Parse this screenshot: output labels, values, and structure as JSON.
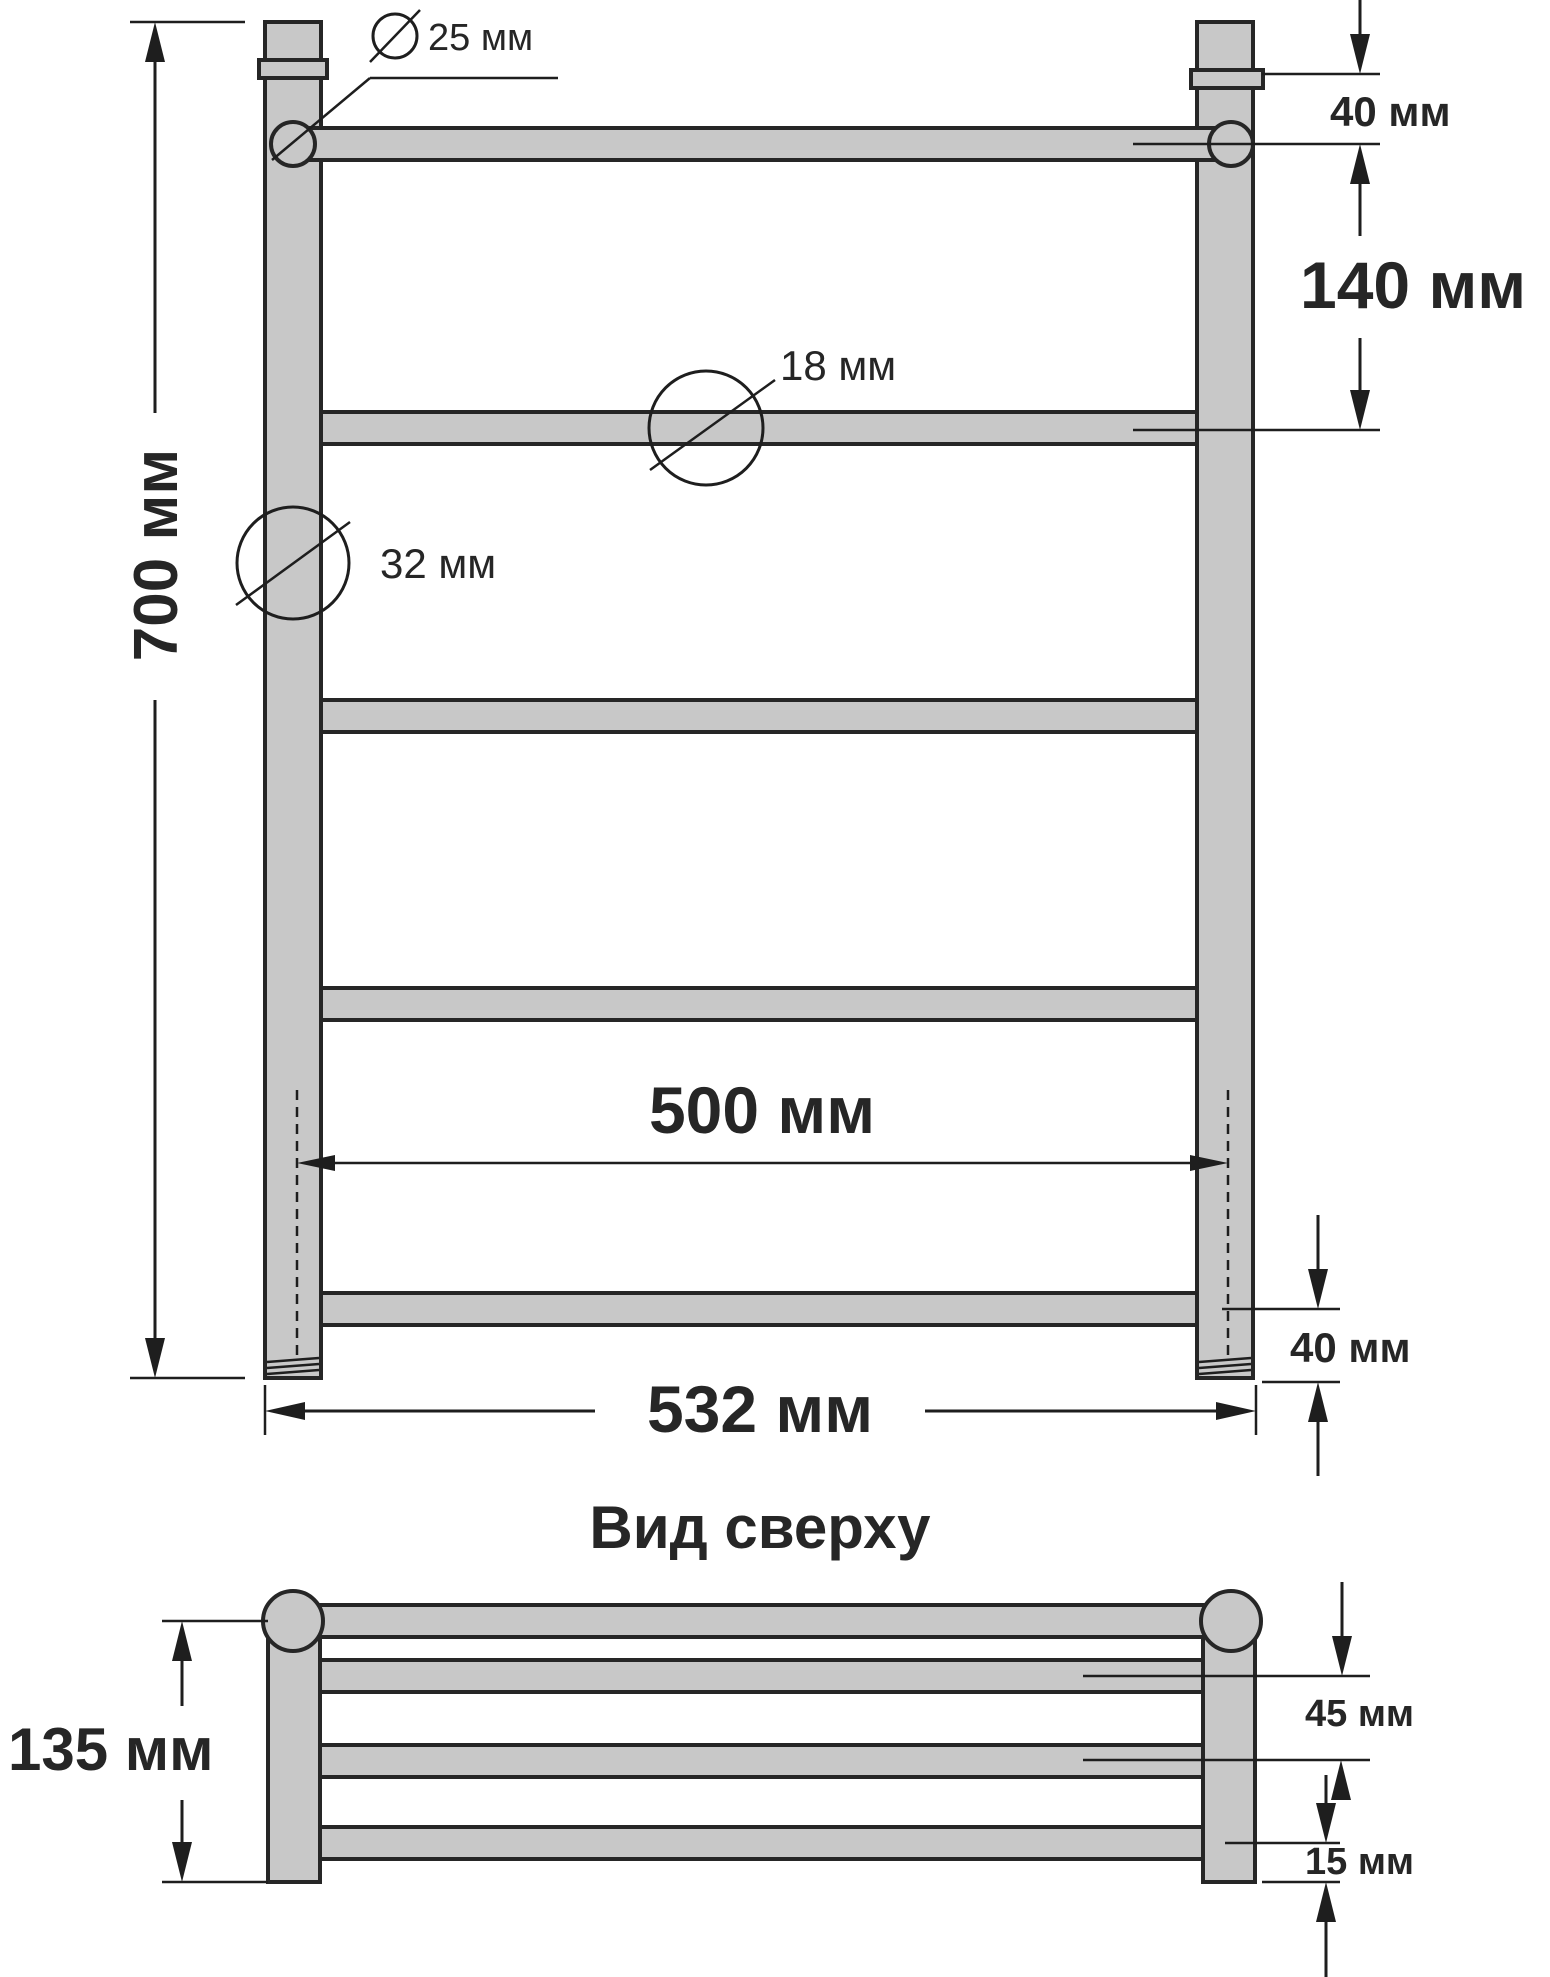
{
  "front_view": {
    "height_label": "700 мм",
    "post_diameter_label": "25 мм",
    "pipe_diameter_label": "32 мм",
    "rail_diameter_label": "18 мм",
    "top_offset_label": "40 мм",
    "rail_spacing_label": "140 мм",
    "center_distance_label": "500 мм",
    "bottom_offset_label": "40 мм",
    "total_width_label": "532 мм"
  },
  "top_view": {
    "title": "Вид сверху",
    "depth_label": "135 мм",
    "rail_step_label": "45 мм",
    "wall_gap_label": "15 мм"
  },
  "colors": {
    "pipe_fill": "#c8c8c8",
    "outline": "#262626",
    "background": "#ffffff"
  }
}
